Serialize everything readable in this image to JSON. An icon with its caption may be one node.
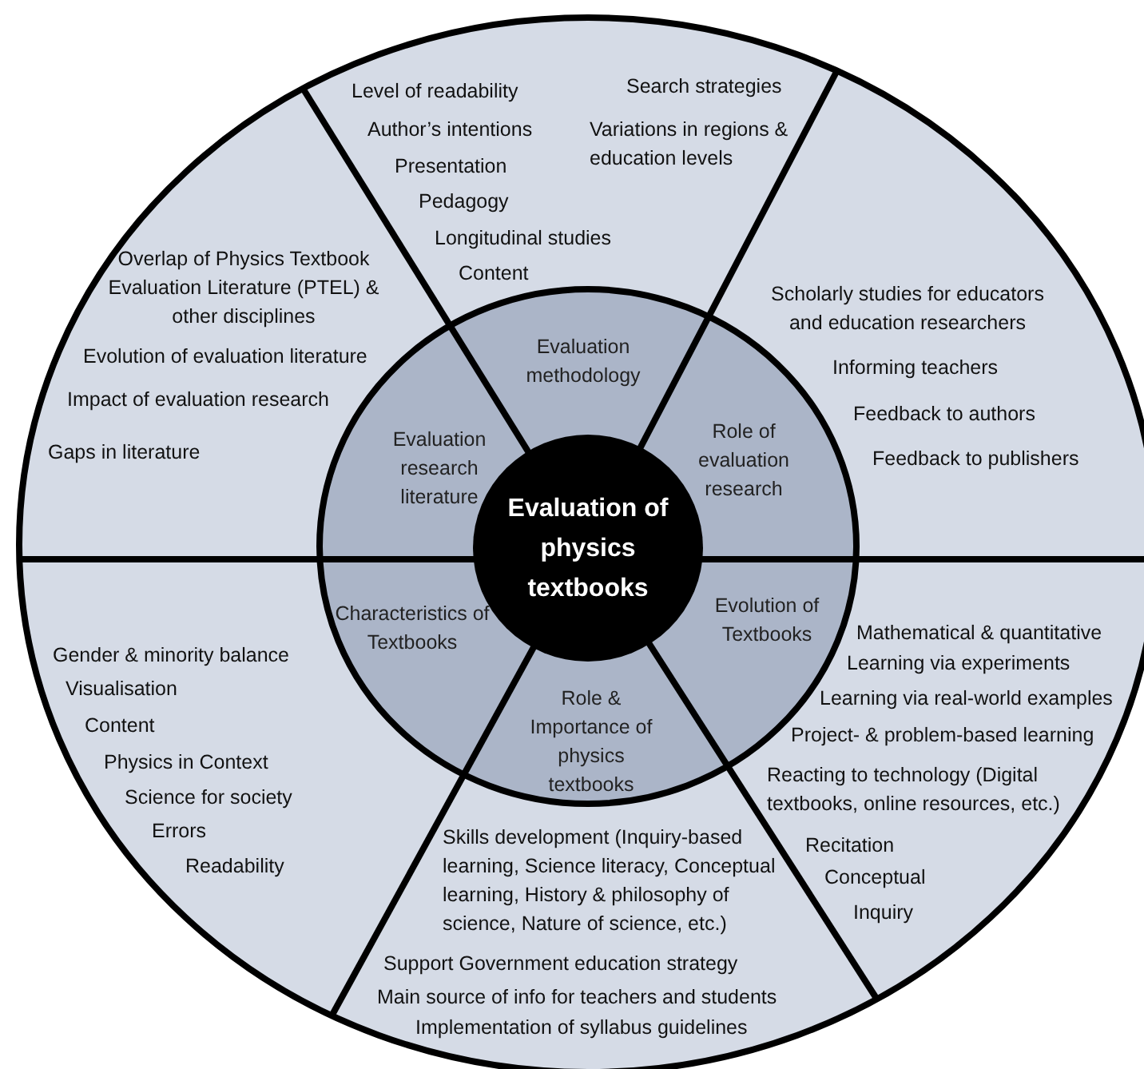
{
  "diagram": {
    "nodes": [
      {
        "text": [
          "Evaluation of physics textbooks"
        ]
      },
      {
        "text": [
          "Evaluation methodology"
        ]
      },
      {
        "text": [
          "Evaluation research literature"
        ]
      },
      {
        "text": [
          "Role of evaluation research"
        ]
      },
      {
        "text": [
          "Characteristics of Textbooks"
        ]
      },
      {
        "text": [
          "Evolution of Textbooks"
        ]
      },
      {
        "text": [
          "Role & Importance of physics textbooks"
        ]
      },
      {
        "text": [
          "Level of readability",
          "Author’s intentions",
          "Presentation",
          "Pedagogy",
          "Longitudinal studies",
          "Content",
          "Search strategies",
          "Variations in regions & education levels"
        ]
      },
      {
        "text": [
          "Overlap of Physics Textbook Evaluation Literature (PTEL) & other disciplines",
          "Evolution of evaluation literature",
          "Impact of evaluation research",
          "Gaps in literature"
        ]
      },
      {
        "text": [
          "Scholarly studies for educators and education researchers",
          "Informing teachers",
          "Feedback to authors",
          "Feedback to publishers"
        ]
      },
      {
        "text": [
          "Gender & minority balance",
          "Visualisation",
          "Content",
          "Physics in Context",
          "Science for society",
          "Errors",
          "Readability"
        ]
      },
      {
        "text": [
          "Mathematical & quantitative",
          "Learning via experiments",
          "Learning via real-world examples",
          "Project- & problem-based learning",
          "Reacting to technology (Digital textbooks, online resources, etc.)",
          "Recitation",
          "Conceptual",
          "Inquiry"
        ]
      },
      {
        "text": [
          "Skills development (Inquiry-based learning, Science literacy, Conceptual learning, History & philosophy of science, Nature of science, etc.)",
          "Support Government education strategy",
          "Main source of info for teachers and students",
          "Implementation of syllabus guidelines"
        ]
      }
    ]
  }
}
